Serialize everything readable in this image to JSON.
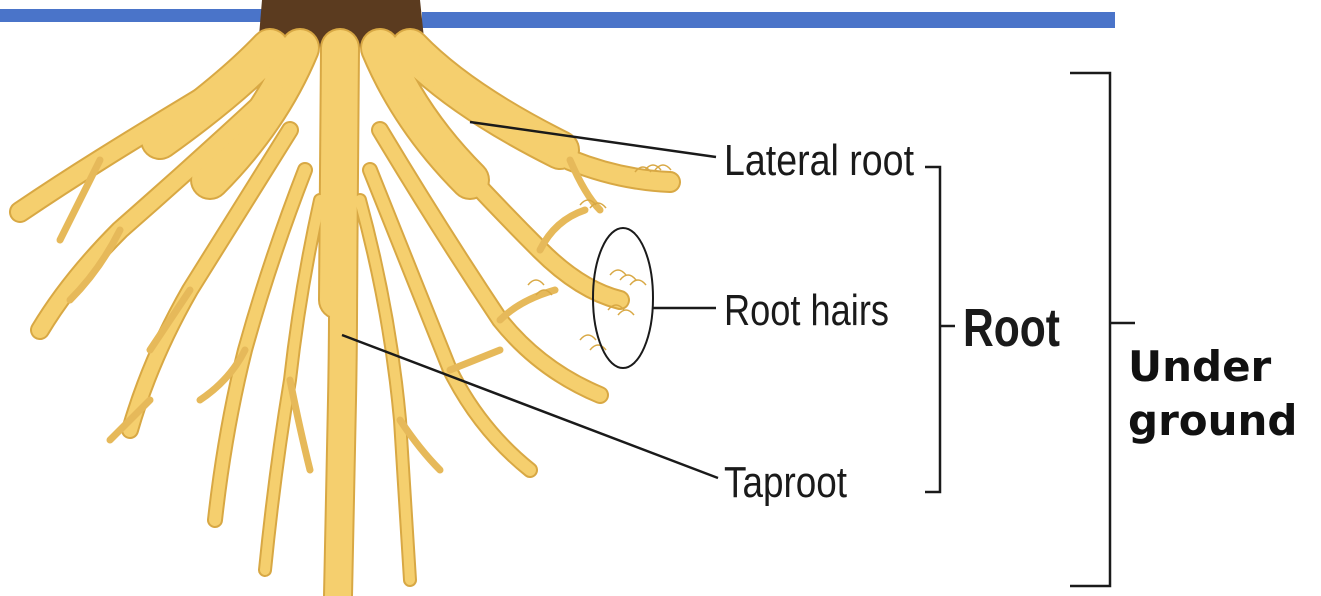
{
  "labels": {
    "lateral_root": "Lateral root",
    "root_hairs": "Root hairs",
    "taproot": "Taproot",
    "root": "Root",
    "underground_line1": "Under",
    "underground_line2": "ground"
  },
  "colors": {
    "root_fill": "#f5cf6e",
    "root_outline": "#d8a844",
    "stem_base": "#5b3b1f",
    "top_bar": "#4a74c9",
    "line": "#1a1a1a"
  }
}
